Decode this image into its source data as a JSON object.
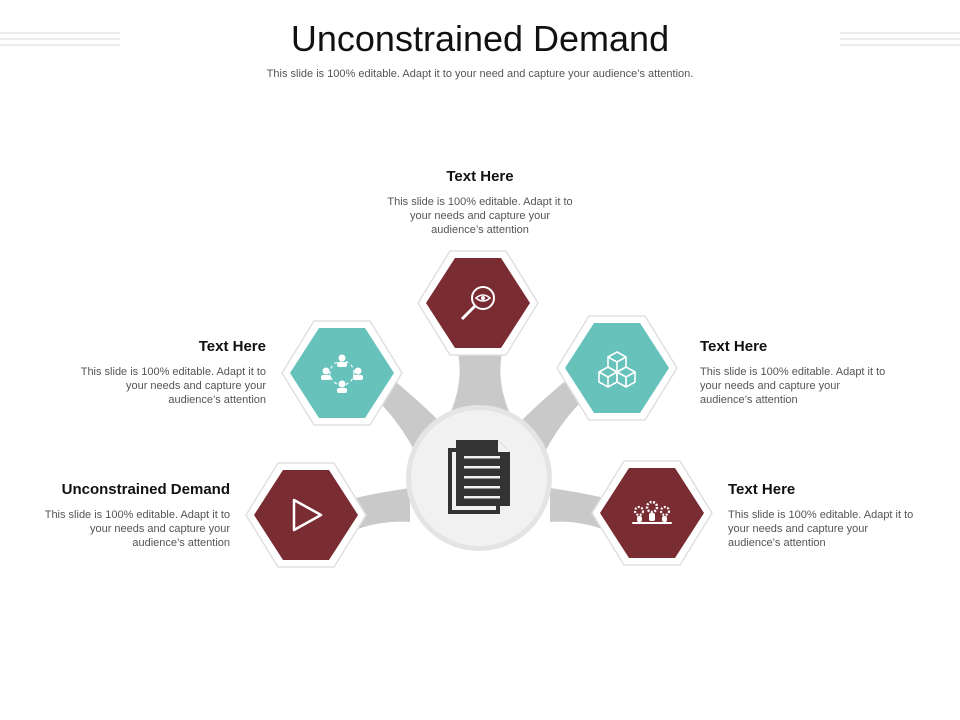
{
  "title": "Unconstrained Demand",
  "subtitle": "This slide is 100% editable. Adapt it to your need and capture your audience’s attention.",
  "colors": {
    "maroon": "#7a2c33",
    "teal": "#66c2bb",
    "connector": "#c9c9c9",
    "hub": "#f1f1f1"
  },
  "center": {
    "icon": "document-stack-icon"
  },
  "items": [
    {
      "id": "top",
      "heading": "Text Here",
      "desc": "This slide is 100% editable. Adapt it to your needs and capture your audience’s attention",
      "icon": "search-eye-icon",
      "color": "#7a2c33"
    },
    {
      "id": "left",
      "heading": "Text Here",
      "desc": "This slide is 100% editable. Adapt it to your needs and capture your audience’s attention",
      "icon": "people-network-icon",
      "color": "#66c2bb"
    },
    {
      "id": "right",
      "heading": "Text Here",
      "desc": "This slide is 100% editable. Adapt it to your needs and capture your audience’s attention",
      "icon": "cubes-icon",
      "color": "#66c2bb"
    },
    {
      "id": "bottom-left",
      "heading": "Unconstrained Demand",
      "desc": "This slide is 100% editable. Adapt it to your needs and capture your audience’s attention",
      "icon": "play-icon",
      "color": "#7a2c33"
    },
    {
      "id": "bottom-right",
      "heading": "Text Here",
      "desc": "This slide is 100% editable. Adapt it to your needs and capture your audience’s attention",
      "icon": "team-gears-icon",
      "color": "#7a2c33"
    }
  ]
}
